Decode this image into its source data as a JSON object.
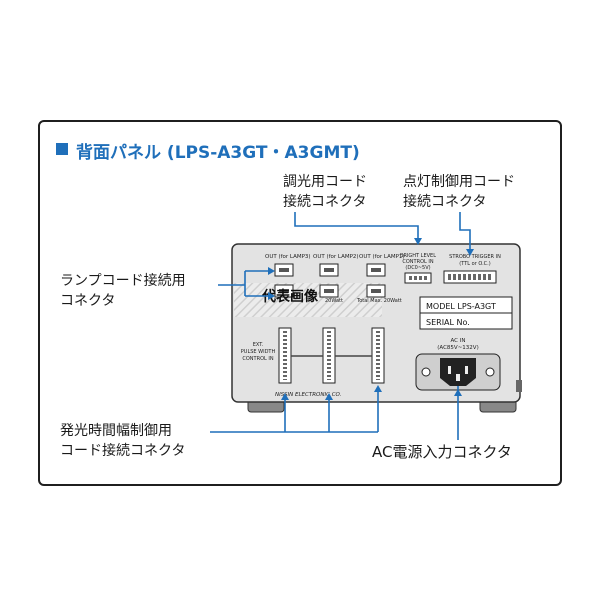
{
  "title": "背面パネル (LPS-A3GT・A3GMT)",
  "callouts": {
    "brightness_connector": [
      "調光用コード",
      "接続コネクタ"
    ],
    "lighting_control_connector": [
      "点灯制御用コード",
      "接続コネクタ"
    ],
    "lamp_cord_connector": [
      "ランプコード接続用",
      "コネクタ"
    ],
    "pulse_width_connector": [
      "発光時間幅制御用",
      "コード接続コネクタ"
    ],
    "ac_power_connector": "AC電源入力コネクタ"
  },
  "panel": {
    "outputs": [
      "OUT (for LAMP3)",
      "OUT (for LAMP2)",
      "OUT (for LAMP1)"
    ],
    "bright_level": [
      "BRIGHT LEVEL",
      "CONTROL IN",
      "(DC0~5V)"
    ],
    "strobo_trigger": [
      "STROBO TRIGGER IN",
      "(TTL or O.C.)"
    ],
    "watt_left": "20Watt",
    "watt_right": "Total Max. 20Watt",
    "model": "MODEL LPS-A3GT",
    "serial": "SERIAL No.",
    "ext_pulse": [
      "EXT.",
      "PULSE WIDTH",
      "CONTROL IN"
    ],
    "ac_in": [
      "AC IN",
      "(AC85V~132V)"
    ],
    "brand": "NISSIN ELECTRONIC CO."
  },
  "overlay_label": "代表画像",
  "colors": {
    "accent": "#1f6fba",
    "panel": "#e3e3e3",
    "stripe": "#d0d0d0"
  }
}
